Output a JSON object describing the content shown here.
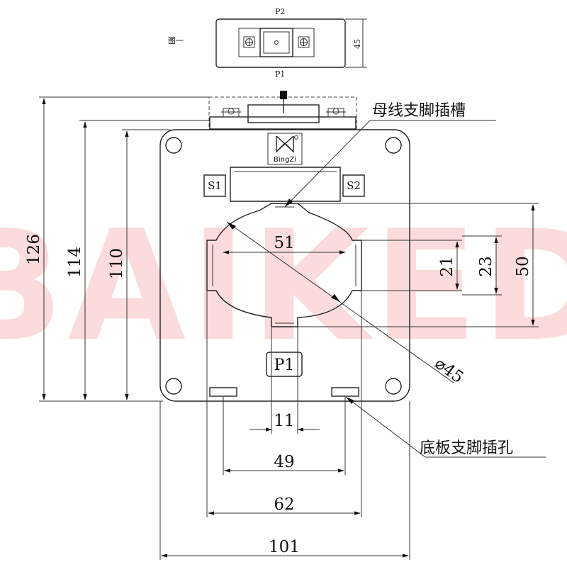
{
  "top_view": {
    "fig_label": "图一",
    "top_label": "P2",
    "bottom_label": "P1",
    "height_dim": "45"
  },
  "brand": {
    "logo_text": "BingZi"
  },
  "terminals": {
    "s1": "S1",
    "s2": "S2",
    "p1": "P1"
  },
  "callouts": {
    "busbar_slot": "母线支脚插槽",
    "base_hole": "底板支脚插孔"
  },
  "dimensions": {
    "h126": "126",
    "h114": "114",
    "h110": "110",
    "w51": "51",
    "h21": "21",
    "h23": "23",
    "h50": "50",
    "dia45": "⌀45",
    "w11": "11",
    "w49": "49",
    "w62": "62",
    "w101": "101"
  },
  "watermark": "BAIKED",
  "colors": {
    "watermark": "#eb5a5a",
    "line": "#222222"
  }
}
